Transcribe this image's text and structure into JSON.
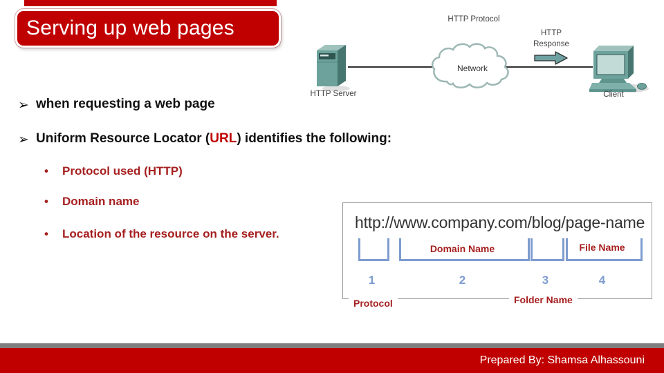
{
  "title": {
    "text": "Serving up web pages"
  },
  "bullets": {
    "b1": "when requesting a web page",
    "b2_pre": "Uniform Resource Locator (",
    "b2_highlight": "URL",
    "b2_post": ") identifies the following:",
    "sub": [
      "Protocol used (HTTP)",
      "Domain name",
      "Location of the resource on the server."
    ]
  },
  "diagram": {
    "http_protocol": "HTTP Protocol",
    "http_response_line1": "HTTP",
    "http_response_line2": "Response",
    "server_label": "HTTP Server",
    "network_label": "Network",
    "client_label": "Client"
  },
  "url_box": {
    "url": "http://www.company.com/blog/page-name",
    "domain_label": "Domain Name",
    "file_label": "File Name",
    "protocol_label": "Protocol",
    "folder_label": "Folder Name",
    "numbers": [
      "1",
      "2",
      "3",
      "4"
    ]
  },
  "footer": {
    "text": "Prepared By: Shamsa Alhassouni"
  },
  "colors": {
    "accent_red": "#c00000",
    "dark_red_text": "#a61f1f",
    "bracket_blue": "#7e9cd0",
    "icon_teal": "#6ca29b",
    "divider_gray": "#7f7f7f"
  }
}
